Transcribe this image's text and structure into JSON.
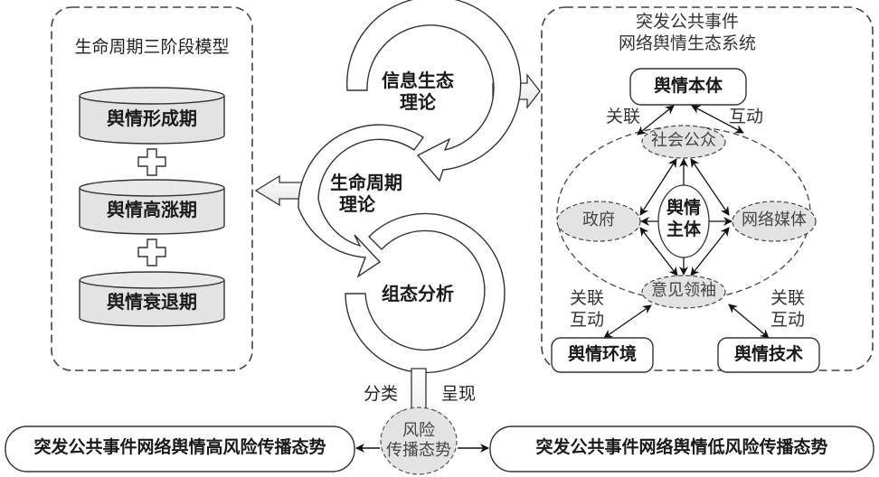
{
  "left_panel": {
    "title": "生命周期三阶段模型",
    "stages": [
      "舆情形成期",
      "舆情高涨期",
      "舆情衰退期"
    ],
    "connector_icon": "plus-icon"
  },
  "center_cycle": {
    "theory1": [
      "信息生态",
      "理论"
    ],
    "theory2": [
      "生命周期",
      "理论"
    ],
    "analysis": "组态分析",
    "down_labels": {
      "left": "分类",
      "right": "呈现"
    }
  },
  "right_panel": {
    "title": [
      "突发公共事件",
      "网络舆情生态系统"
    ],
    "ontology": "舆情本体",
    "link_left": "关联",
    "link_right": "互动",
    "subject": [
      "舆情",
      "主体"
    ],
    "actors": {
      "public": "社会公众",
      "government": "政府",
      "media": "网络媒体",
      "leaders": "意见领袖"
    },
    "bottom_links": {
      "left": [
        "关联",
        "互动"
      ],
      "right": [
        "关联",
        "互动"
      ]
    },
    "environment": "舆情环境",
    "technology": "舆情技术"
  },
  "bottom": {
    "center": [
      "风险",
      "传播态势"
    ],
    "high_risk": "突发公共事件网络舆情高风险传播态势",
    "low_risk": "突发公共事件网络舆情低风险传播态势"
  },
  "colors": {
    "stroke": "#333333",
    "fill_gray": "#e3e3e3",
    "dash": "#444444"
  }
}
